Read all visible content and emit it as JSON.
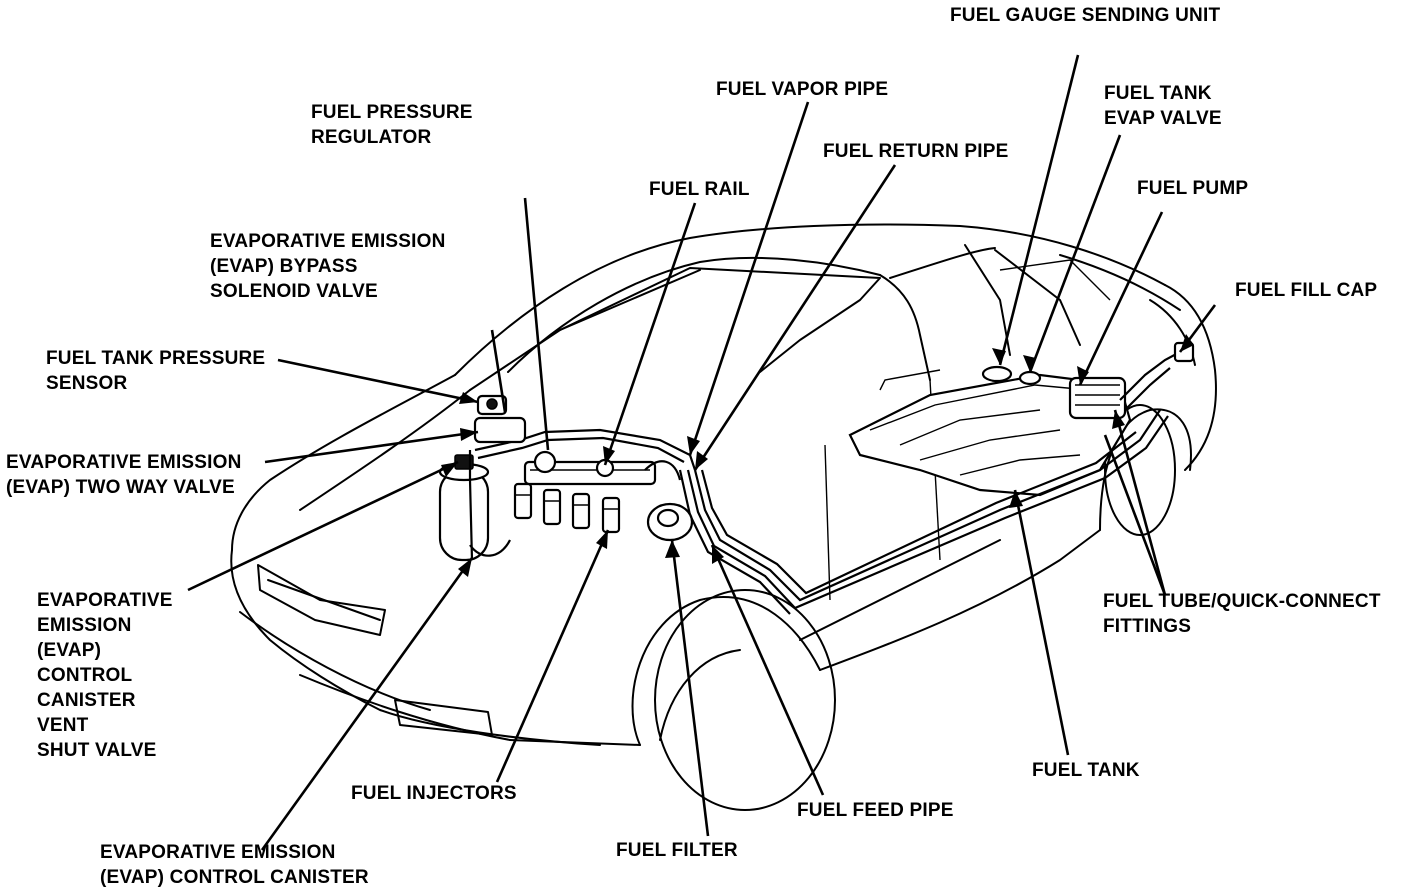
{
  "labels": {
    "fuel_gauge_sending_unit": "FUEL GAUGE SENDING UNIT",
    "fuel_vapor_pipe": "FUEL VAPOR PIPE",
    "fuel_tank_evap_valve": [
      "FUEL TANK",
      "EVAP VALVE"
    ],
    "fuel_pressure_regulator": [
      "FUEL PRESSURE",
      "REGULATOR"
    ],
    "fuel_return_pipe": "FUEL RETURN PIPE",
    "fuel_rail": "FUEL RAIL",
    "fuel_pump": "FUEL PUMP",
    "evap_bypass_solenoid_valve": [
      "EVAPORATIVE EMISSION",
      "(EVAP) BYPASS",
      "SOLENOID VALVE"
    ],
    "fuel_fill_cap": "FUEL FILL CAP",
    "fuel_tank_pressure_sensor": [
      "FUEL TANK PRESSURE",
      "SENSOR"
    ],
    "evap_two_way_valve": [
      "EVAPORATIVE EMISSION",
      "(EVAP) TWO WAY VALVE"
    ],
    "evap_canister_vent_shut_valve": [
      "EVAPORATIVE",
      "EMISSION",
      "(EVAP)",
      "CONTROL",
      "CANISTER",
      "VENT",
      "SHUT VALVE"
    ],
    "fuel_tube_quick_connect": [
      "FUEL TUBE/QUICK-CONNECT",
      "FITTINGS"
    ],
    "fuel_tank": "FUEL TANK",
    "fuel_injectors": "FUEL INJECTORS",
    "fuel_feed_pipe": "FUEL FEED PIPE",
    "fuel_filter": "FUEL FILTER",
    "evap_control_canister": [
      "EVAPORATIVE EMISSION",
      "(EVAP) CONTROL CANISTER"
    ]
  }
}
